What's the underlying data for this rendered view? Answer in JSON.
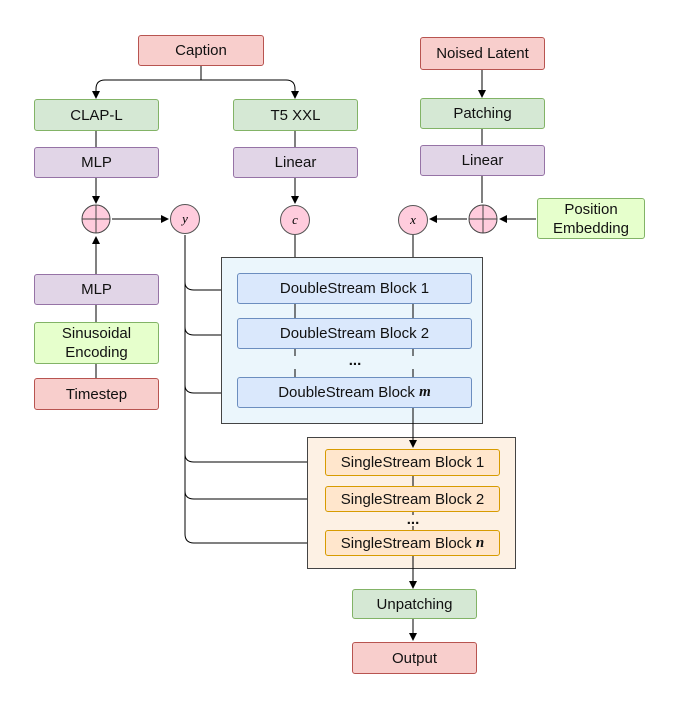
{
  "inputs": {
    "caption": "Caption",
    "noised_latent": "Noised Latent",
    "timestep": "Timestep",
    "position_embedding": "Position Embedding"
  },
  "text_branch": {
    "clap": "CLAP-L",
    "mlp_top": "MLP",
    "t5": "T5 XXL",
    "t5_linear": "Linear"
  },
  "latent_branch": {
    "patching": "Patching",
    "linear": "Linear"
  },
  "time_branch": {
    "mlp_bottom": "MLP",
    "sinusoidal": "Sinusoidal Encoding"
  },
  "variables": {
    "y": "y",
    "c": "c",
    "x": "x"
  },
  "double_stream": {
    "block1": "DoubleStream Block 1",
    "block2": "DoubleStream Block 2",
    "ellipsis": "...",
    "blockm_prefix": "DoubleStream Block",
    "blockm_var": "m"
  },
  "single_stream": {
    "block1": "SingleStream Block 1",
    "block2": "SingleStream Block 2",
    "ellipsis": "...",
    "blockn_prefix": "SingleStream Block",
    "blockn_var": "n"
  },
  "output_branch": {
    "unpatching": "Unpatching",
    "output": "Output"
  }
}
